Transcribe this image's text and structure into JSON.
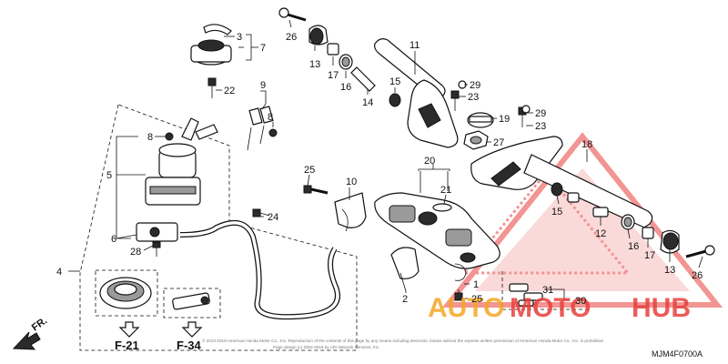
{
  "callouts": [
    "26",
    "13",
    "17",
    "16",
    "14",
    "15",
    "11",
    "23",
    "29",
    "19",
    "27",
    "23",
    "29",
    "3",
    "7",
    "22",
    "9",
    "8",
    "8",
    "5",
    "6",
    "28",
    "24",
    "25",
    "10",
    "20",
    "21",
    "18",
    "15",
    "12",
    "16",
    "17",
    "13",
    "26",
    "4",
    "1",
    "25",
    "2",
    "31",
    "30"
  ],
  "refs": [
    "F-21",
    "F-34"
  ],
  "diagram_code": "MJM4F0700A",
  "front_marker": "FR.",
  "watermark": {
    "word1": "AUTO",
    "word2": "MOTO",
    "word3": "HUB",
    "color1": "#f5a623",
    "color2": "#e8403b"
  },
  "copyright_line1": "© 2013-2019 American Honda Motor Co., Inc. Reproduction of the contents of this page by any means including electronic means without the express written permission of American Honda Motor Co., Inc. is prohibited.",
  "copyright_line2": "Page design (c) 2004-2019 by ARI Network Services, Inc."
}
